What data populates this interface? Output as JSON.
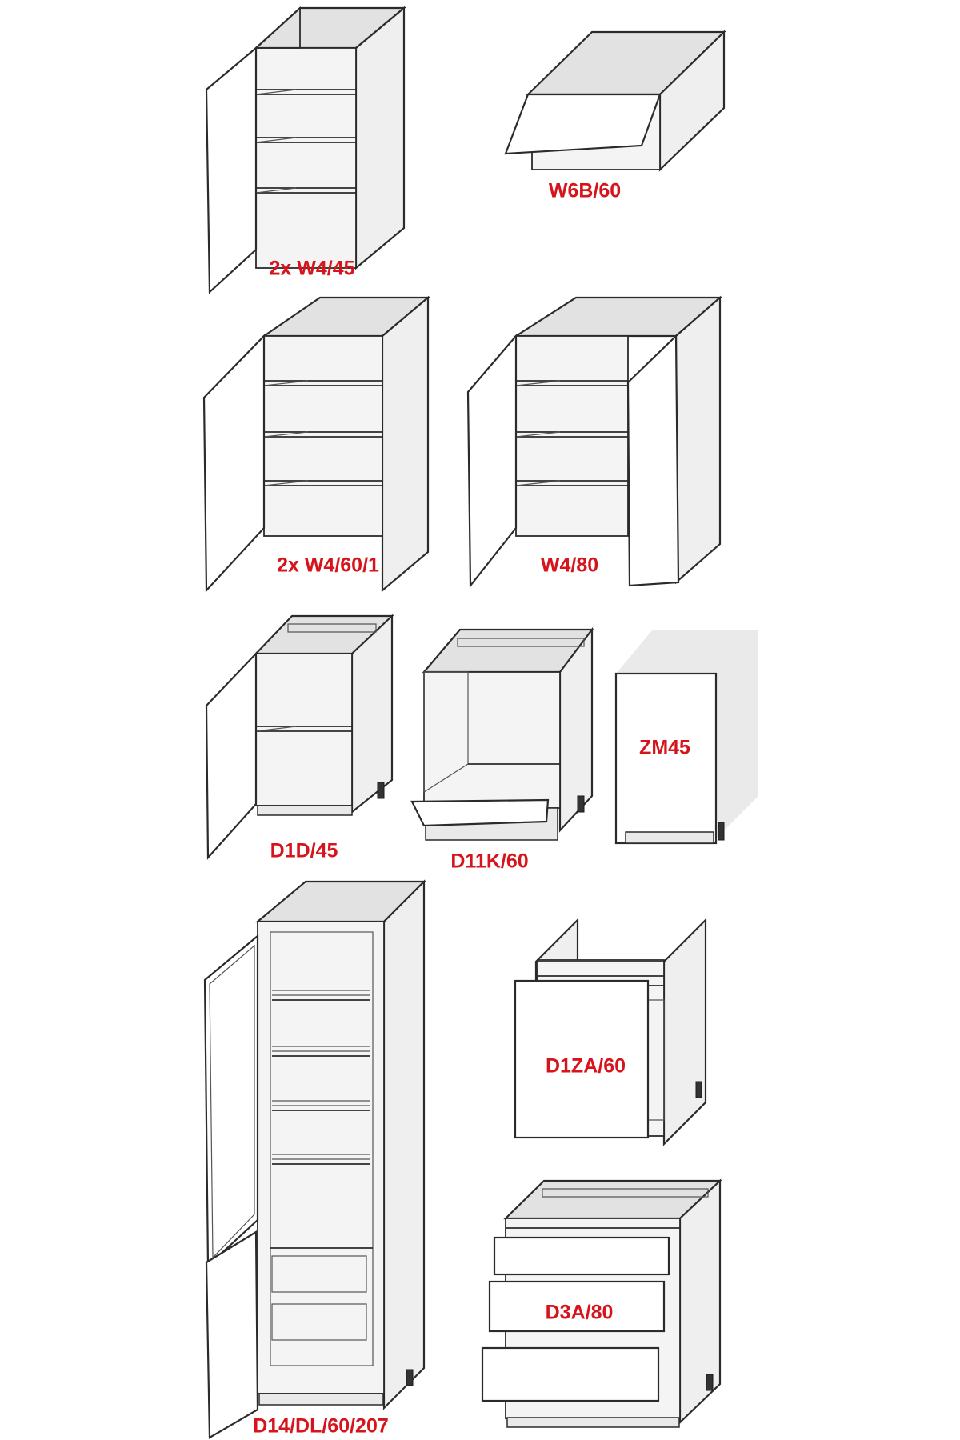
{
  "accent_color": "#d6141c",
  "cabinets": [
    {
      "id": "w4-45",
      "label": "2x W4/45"
    },
    {
      "id": "w6b-60",
      "label": "W6B/60"
    },
    {
      "id": "w4-60-1",
      "label": "2x W4/60/1"
    },
    {
      "id": "w4-80",
      "label": "W4/80"
    },
    {
      "id": "d1d-45",
      "label": "D1D/45"
    },
    {
      "id": "d11k-60",
      "label": "D11K/60"
    },
    {
      "id": "zm45",
      "label": "ZM45"
    },
    {
      "id": "d14-dl-60-207",
      "label": "D14/DL/60/207"
    },
    {
      "id": "d1za-60",
      "label": "D1ZA/60"
    },
    {
      "id": "d3a-80",
      "label": "D3A/80"
    }
  ]
}
